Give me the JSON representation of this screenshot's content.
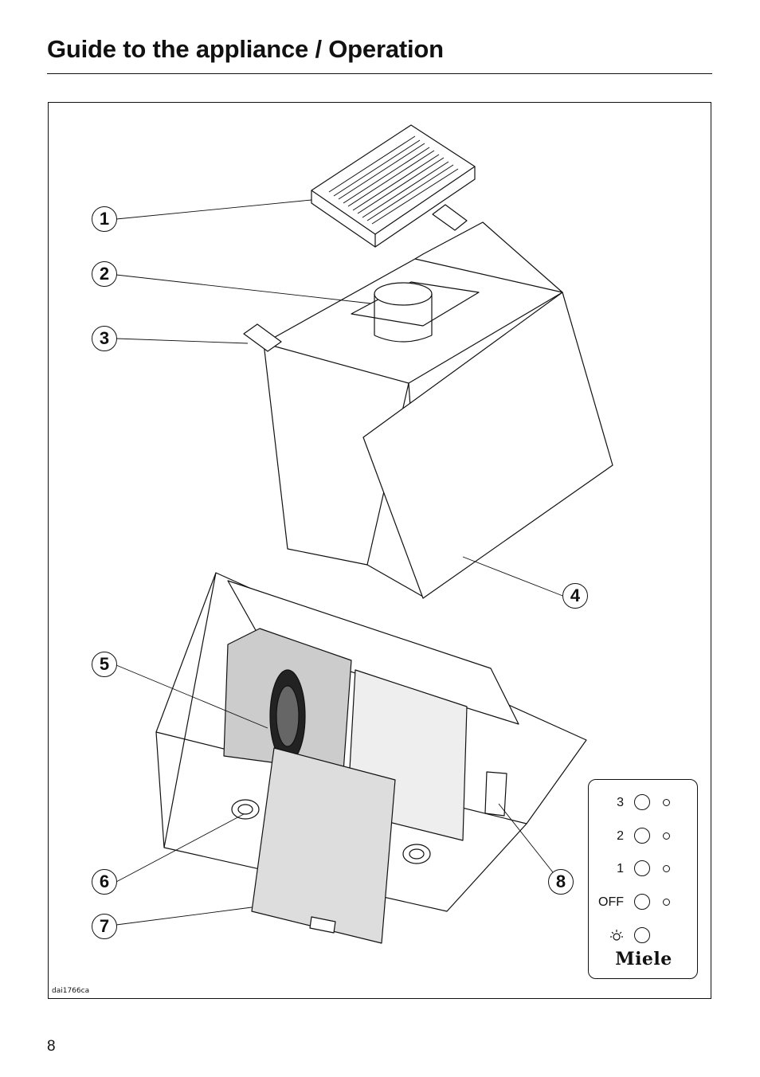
{
  "header": {
    "title": "Guide to the appliance / Operation"
  },
  "figure": {
    "code": "dai1766ca",
    "callouts": [
      "1",
      "2",
      "3",
      "4",
      "5",
      "6",
      "7",
      "8"
    ],
    "control_panel": {
      "rows": [
        {
          "label": "3",
          "has_lamp": true
        },
        {
          "label": "2",
          "has_lamp": true
        },
        {
          "label": "1",
          "has_lamp": true
        },
        {
          "label": "OFF",
          "has_lamp": true
        },
        {
          "label": "",
          "icon": "light-bulb-icon",
          "has_lamp": false
        }
      ],
      "brand": "Miele"
    }
  },
  "footer": {
    "page_number": "8"
  }
}
